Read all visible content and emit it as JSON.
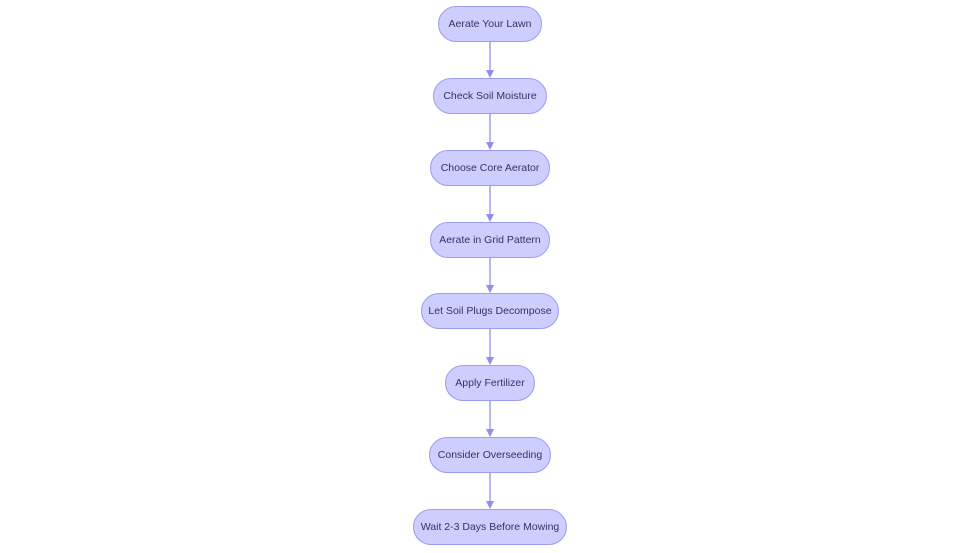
{
  "diagram": {
    "type": "flowchart",
    "direction": "top-down",
    "colors": {
      "node_fill": "#cdcdff",
      "node_border": "#9c9cf0",
      "edge": "#8e8ee8",
      "text": "#333366"
    },
    "nodes": [
      {
        "id": "n1",
        "label": "Aerate Your Lawn"
      },
      {
        "id": "n2",
        "label": "Check Soil Moisture"
      },
      {
        "id": "n3",
        "label": "Choose Core Aerator"
      },
      {
        "id": "n4",
        "label": "Aerate in Grid Pattern"
      },
      {
        "id": "n5",
        "label": "Let Soil Plugs Decompose"
      },
      {
        "id": "n6",
        "label": "Apply Fertilizer"
      },
      {
        "id": "n7",
        "label": "Consider Overseeding"
      },
      {
        "id": "n8",
        "label": "Wait 2-3 Days Before Mowing"
      }
    ],
    "edges": [
      {
        "from": "n1",
        "to": "n2"
      },
      {
        "from": "n2",
        "to": "n3"
      },
      {
        "from": "n3",
        "to": "n4"
      },
      {
        "from": "n4",
        "to": "n5"
      },
      {
        "from": "n5",
        "to": "n6"
      },
      {
        "from": "n6",
        "to": "n7"
      },
      {
        "from": "n7",
        "to": "n8"
      }
    ]
  }
}
